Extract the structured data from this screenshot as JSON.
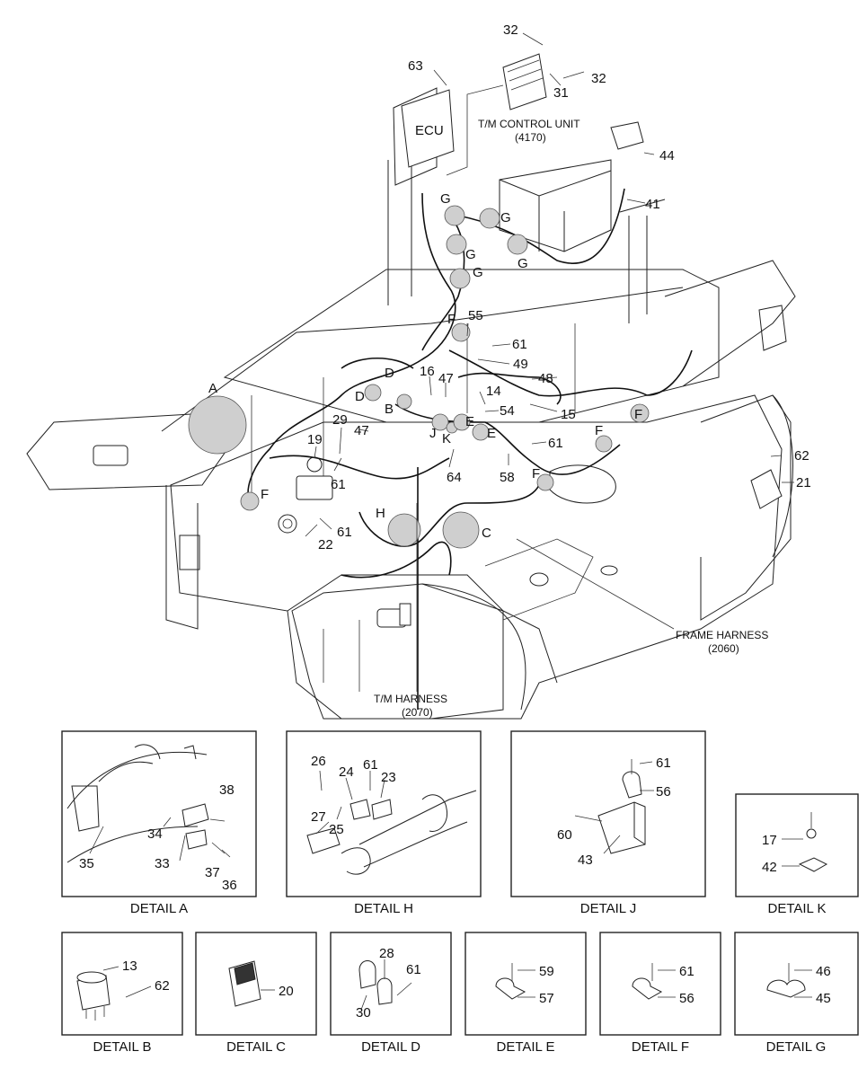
{
  "components": {
    "ecu": "ECU",
    "tm_control_unit": "T/M CONTROL UNIT",
    "tm_control_unit_code": "(4170)",
    "frame_harness": "FRAME HARNESS",
    "frame_harness_code": "(2060)",
    "tm_harness": "T/M HARNESS",
    "tm_harness_code": "(2070)"
  },
  "main_callouts": {
    "c32a": "32",
    "c32b": "32",
    "c31": "31",
    "c63": "63",
    "c44": "44",
    "c41": "41",
    "c55": "55",
    "c61a": "61",
    "c49": "49",
    "c48": "48",
    "c16": "16",
    "c47a": "47",
    "c14": "14",
    "c54": "54",
    "c15": "15",
    "c29": "29",
    "c19": "19",
    "c47b": "47",
    "c61b": "61",
    "c64": "64",
    "c58": "58",
    "c61c": "61",
    "c62": "62",
    "c21": "21",
    "c22": "22",
    "c61d": "61"
  },
  "detail_markers": {
    "A": "A",
    "B": "B",
    "C": "C",
    "D": "D",
    "H": "H",
    "J": "J",
    "K": "K",
    "E1": "E",
    "E2": "E",
    "F1": "F",
    "F2": "F",
    "F3": "F",
    "F4": "F",
    "F5": "F",
    "G1": "G",
    "G2": "G",
    "G3": "G",
    "G4": "G",
    "G5": "G"
  },
  "details": {
    "A": {
      "caption": "DETAIL A",
      "callouts": [
        "38",
        "34",
        "35",
        "33",
        "37",
        "36"
      ]
    },
    "H": {
      "caption": "DETAIL H",
      "callouts": [
        "26",
        "24",
        "61",
        "23",
        "27",
        "25"
      ]
    },
    "J": {
      "caption": "DETAIL J",
      "callouts": [
        "61",
        "56",
        "60",
        "43"
      ]
    },
    "K": {
      "caption": "DETAIL K",
      "callouts": [
        "17",
        "42"
      ]
    },
    "B": {
      "caption": "DETAIL B",
      "callouts": [
        "13",
        "62"
      ]
    },
    "C": {
      "caption": "DETAIL C",
      "callouts": [
        "20"
      ]
    },
    "D": {
      "caption": "DETAIL D",
      "callouts": [
        "28",
        "61",
        "30"
      ]
    },
    "E": {
      "caption": "DETAIL E",
      "callouts": [
        "59",
        "57"
      ]
    },
    "F": {
      "caption": "DETAIL F",
      "callouts": [
        "61",
        "56"
      ]
    },
    "G": {
      "caption": "DETAIL G",
      "callouts": [
        "46",
        "45"
      ]
    }
  },
  "colors": {
    "line": "#222222",
    "marker_fill": "#cfcfcf",
    "background": "#ffffff"
  }
}
